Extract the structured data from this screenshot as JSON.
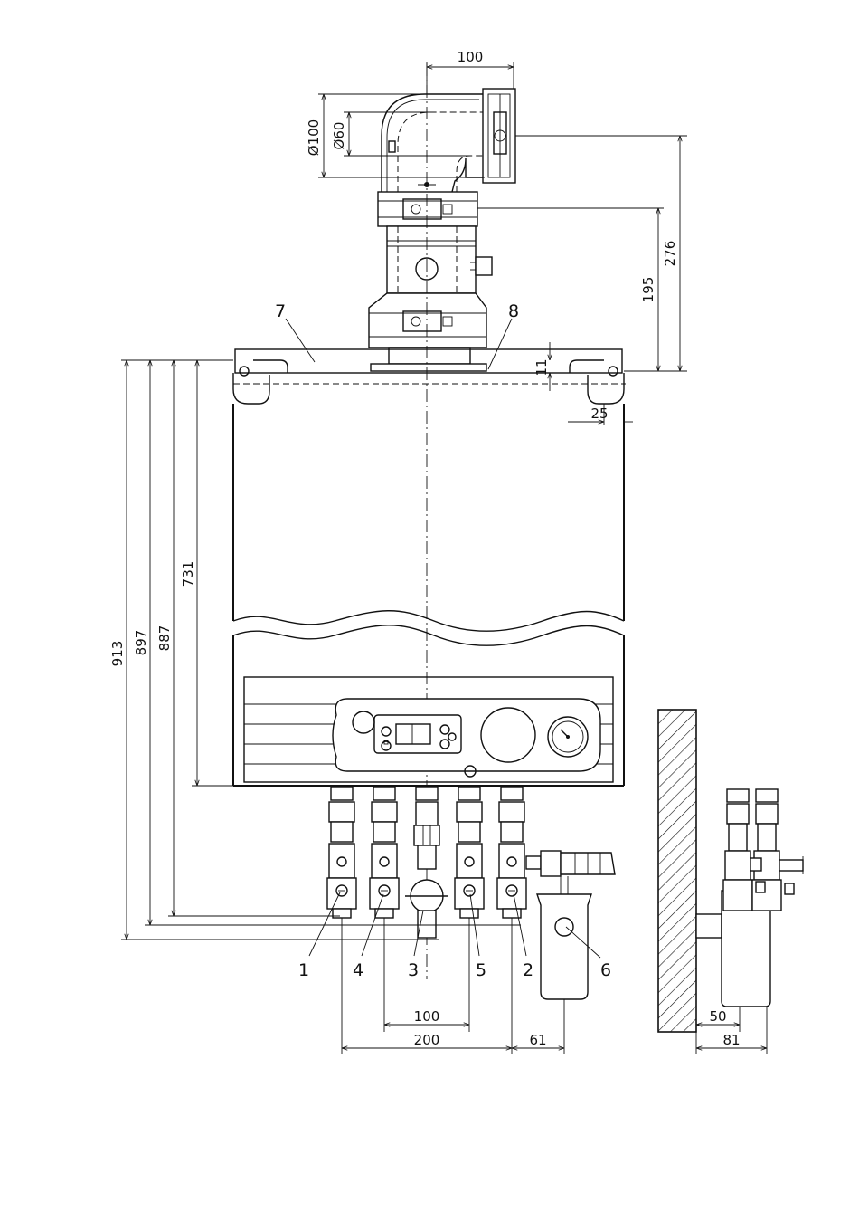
{
  "dimensions": {
    "top_offset": "100",
    "dia_outer": "Ø100",
    "dia_inner": "Ø60",
    "h_276": "276",
    "h_195": "195",
    "h_11": "11",
    "w_25": "25",
    "h_913": "913",
    "h_897": "897",
    "h_887": "887",
    "h_731": "731",
    "bottom_100": "100",
    "bottom_200": "200",
    "bottom_61": "61",
    "side_50": "50",
    "side_81": "81"
  },
  "labels": {
    "l1": "1",
    "l2": "2",
    "l3": "3",
    "l4": "4",
    "l5": "5",
    "l6": "6",
    "l7": "7",
    "l8": "8"
  }
}
